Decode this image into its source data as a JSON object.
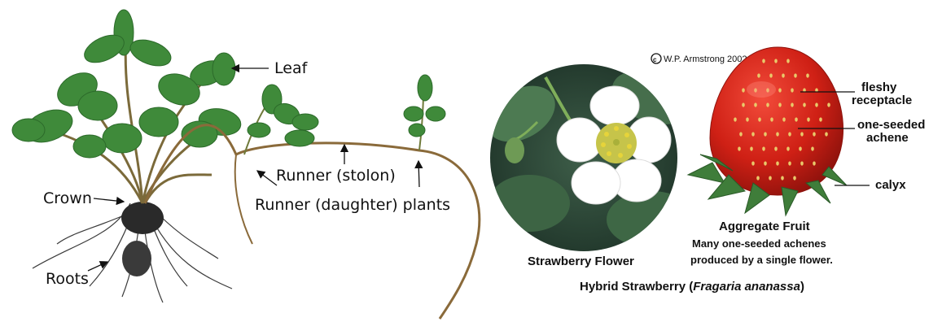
{
  "plant_labels": {
    "leaf": "Leaf",
    "crown": "Crown",
    "roots": "Roots",
    "runner_stolon": "Runner (stolon)",
    "runner_daughter": "Runner (daughter) plants"
  },
  "copyright": "W.P. Armstrong 2002",
  "flower_caption": "Strawberry Flower",
  "fruit_labels": {
    "receptacle_line1": "fleshy",
    "receptacle_line2": "receptacle",
    "achene_line1": "one-seeded",
    "achene_line2": "achene",
    "calyx": "calyx"
  },
  "aggregate_title": "Aggregate Fruit",
  "aggregate_desc_line1": "Many one-seeded achenes",
  "aggregate_desc_line2": "produced by a single flower.",
  "footer": {
    "prefix": "Hybrid Strawberry (",
    "italic": "Fragaria ananassa",
    "suffix": ")"
  },
  "colors": {
    "leaf": "#3f8a3a",
    "stem": "#8a6a3a",
    "petal": "#ffffff",
    "berry": "#d2231a",
    "flower_bg": "#2f4a3a"
  }
}
